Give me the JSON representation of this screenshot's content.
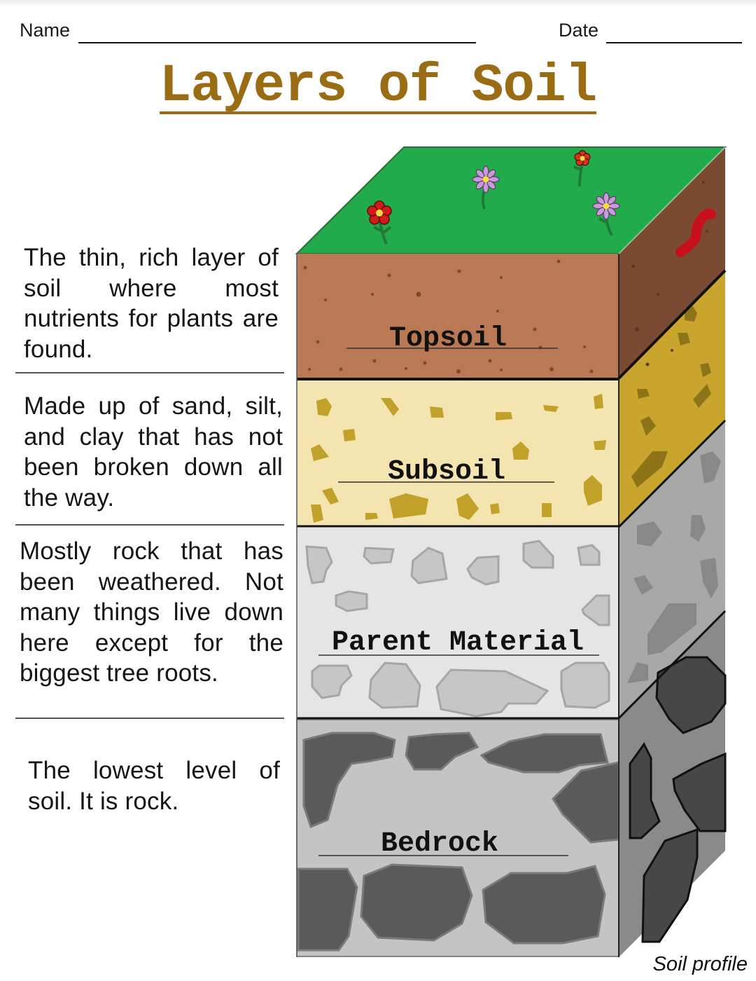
{
  "header": {
    "name_label": "Name",
    "date_label": "Date"
  },
  "title": "Layers of Soil",
  "layers": [
    {
      "name": "Topsoil",
      "description": "The thin, rich layer of soil where most nutrients for plants are found.",
      "front_color": "#b97954",
      "side_color": "#7a4a32"
    },
    {
      "name": "Subsoil",
      "description": "Made up of sand, silt, and clay that has not been broken down all the way.",
      "front_color": "#f3e4b0",
      "side_color": "#c9a52e"
    },
    {
      "name": "Parent Material",
      "description": "Mostly rock that has been weathered. Not many things live down here except for the biggest tree roots.",
      "front_color": "#e5e5e5",
      "side_color": "#a8a8a8"
    },
    {
      "name": "Bedrock",
      "description": "The lowest level of soil. It is rock.",
      "front_color": "#c4c4c4",
      "side_color": "#8a8a8a"
    }
  ],
  "surface": {
    "grass_color": "#22ab4b",
    "flowers": [
      "red-flower",
      "purple-flower",
      "red-flower",
      "purple-flower"
    ],
    "creature": "earthworm"
  },
  "caption": "Soil profile"
}
